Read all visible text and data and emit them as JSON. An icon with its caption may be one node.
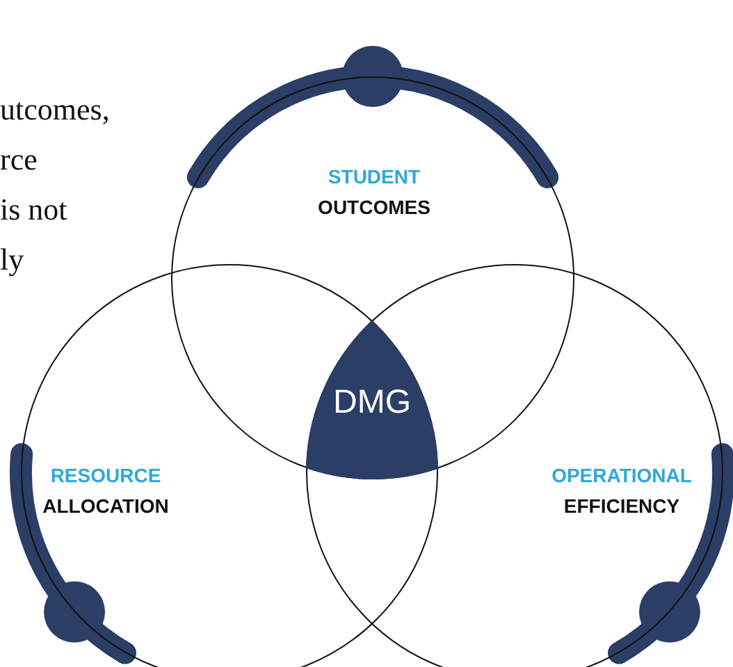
{
  "diagram": {
    "nodes": [
      {
        "text": [
          "STUDENT",
          "OUTCOMES"
        ]
      },
      {
        "text": [
          "RESOURCE",
          "ALLOCATION"
        ]
      },
      {
        "text": [
          "OPERATIONAL",
          "EFFICIENCY"
        ]
      },
      {
        "text": [
          "DMG"
        ]
      }
    ],
    "labels": [
      "utcomes,",
      "rce",
      "is not",
      "ly"
    ]
  }
}
